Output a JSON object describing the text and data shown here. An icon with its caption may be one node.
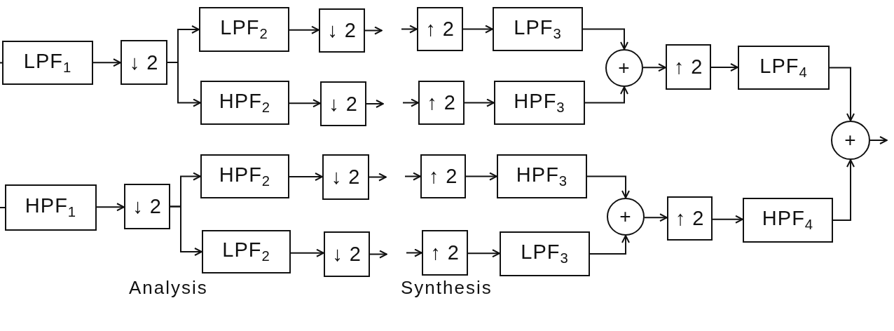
{
  "diagram": {
    "nodes": [
      {
        "text": [
          "LPF$_{1}$"
        ]
      },
      {
        "text": [
          "↓ 2"
        ]
      },
      {
        "text": [
          "LPF$_{2}$"
        ]
      },
      {
        "text": [
          "↓ 2"
        ]
      },
      {
        "text": [
          "↑ 2"
        ]
      },
      {
        "text": [
          "LPF$_{3}$"
        ]
      },
      {
        "text": [
          "HPF$_{2}$"
        ]
      },
      {
        "text": [
          "↓ 2"
        ]
      },
      {
        "text": [
          "↑ 2"
        ]
      },
      {
        "text": [
          "HPF$_{3}$"
        ]
      },
      {
        "text": [
          "+"
        ]
      },
      {
        "text": [
          "↑ 2"
        ]
      },
      {
        "text": [
          "LPF$_{4}$"
        ]
      },
      {
        "text": [
          "+"
        ]
      },
      {
        "text": [
          "HPF$_{1}$"
        ]
      },
      {
        "text": [
          "↓ 2"
        ]
      },
      {
        "text": [
          "HPF$_{2}$"
        ]
      },
      {
        "text": [
          "↓ 2"
        ]
      },
      {
        "text": [
          "↑ 2"
        ]
      },
      {
        "text": [
          "HPF$_{3}$"
        ]
      },
      {
        "text": [
          "+"
        ]
      },
      {
        "text": [
          "↑ 2"
        ]
      },
      {
        "text": [
          "HPF$_{4}$"
        ]
      },
      {
        "text": [
          "LPF$_{2}$"
        ]
      },
      {
        "text": [
          "↓ 2"
        ]
      },
      {
        "text": [
          "↑ 2"
        ]
      },
      {
        "text": [
          "LPF$_{3}$"
        ]
      }
    ],
    "edges": [
      {
        "from": null,
        "to": 0,
        "arrow": "none"
      },
      {
        "from": 0,
        "to": 1,
        "arrow": "to"
      },
      {
        "from": 1,
        "to": 2,
        "arrow": "to"
      },
      {
        "from": 1,
        "to": 6,
        "arrow": "to"
      },
      {
        "from": 2,
        "to": 3,
        "arrow": "to"
      },
      {
        "from": 3,
        "to": null,
        "arrow": "to"
      },
      {
        "from": null,
        "to": 4,
        "arrow": "to"
      },
      {
        "from": 4,
        "to": 5,
        "arrow": "to"
      },
      {
        "from": 6,
        "to": 7,
        "arrow": "to"
      },
      {
        "from": 7,
        "to": null,
        "arrow": "to"
      },
      {
        "from": null,
        "to": 8,
        "arrow": "to"
      },
      {
        "from": 8,
        "to": 9,
        "arrow": "to"
      },
      {
        "from": 5,
        "to": 10,
        "arrow": "to"
      },
      {
        "from": 9,
        "to": 10,
        "arrow": "to"
      },
      {
        "from": 10,
        "to": 11,
        "arrow": "to"
      },
      {
        "from": 11,
        "to": 12,
        "arrow": "to"
      },
      {
        "from": 12,
        "to": 13,
        "arrow": "to"
      },
      {
        "from": 22,
        "to": 13,
        "arrow": "to"
      },
      {
        "from": 13,
        "to": null,
        "arrow": "to"
      },
      {
        "from": null,
        "to": 14,
        "arrow": "none"
      },
      {
        "from": 14,
        "to": 15,
        "arrow": "to"
      },
      {
        "from": 15,
        "to": 16,
        "arrow": "to"
      },
      {
        "from": 15,
        "to": 23,
        "arrow": "to"
      },
      {
        "from": 16,
        "to": 17,
        "arrow": "to"
      },
      {
        "from": 17,
        "to": null,
        "arrow": "to"
      },
      {
        "from": null,
        "to": 18,
        "arrow": "to"
      },
      {
        "from": 18,
        "to": 19,
        "arrow": "to"
      },
      {
        "from": 23,
        "to": 24,
        "arrow": "to"
      },
      {
        "from": 24,
        "to": null,
        "arrow": "to"
      },
      {
        "from": null,
        "to": 25,
        "arrow": "to"
      },
      {
        "from": 25,
        "to": 26,
        "arrow": "to"
      },
      {
        "from": 19,
        "to": 20,
        "arrow": "to"
      },
      {
        "from": 26,
        "to": 20,
        "arrow": "to"
      },
      {
        "from": 20,
        "to": 21,
        "arrow": "to"
      },
      {
        "from": 21,
        "to": 22,
        "arrow": "to"
      }
    ],
    "labels": [
      "Analysis",
      "Synthesis"
    ]
  }
}
